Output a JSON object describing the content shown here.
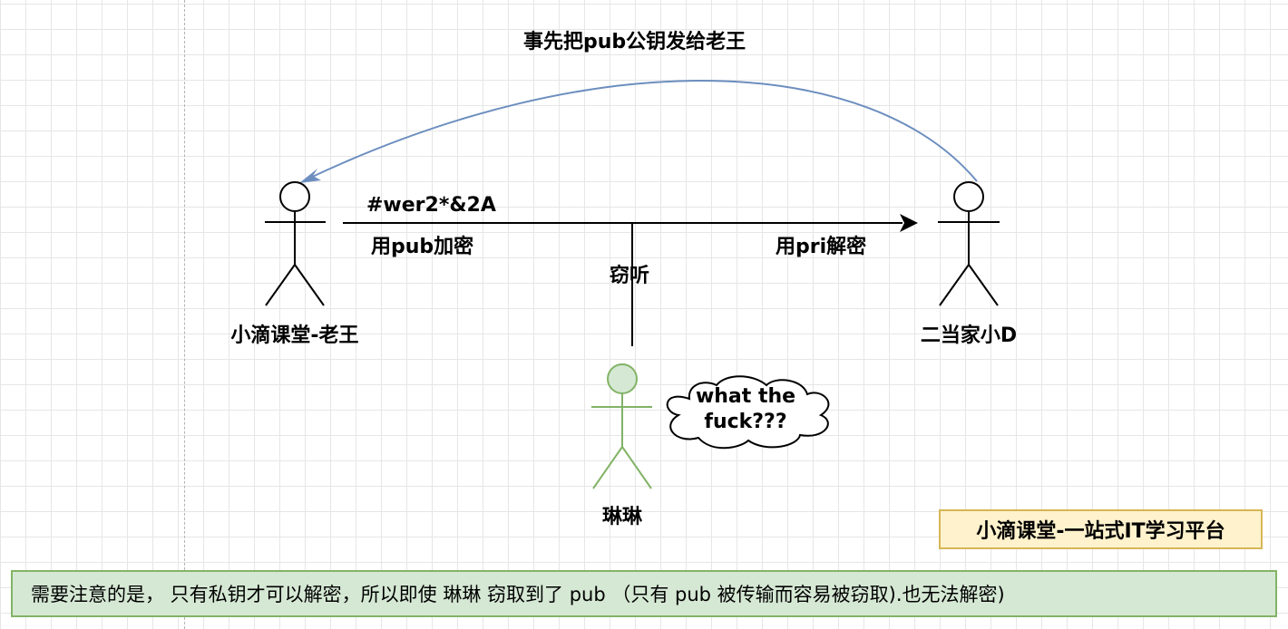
{
  "labels": {
    "top_arrow": "事先把pub公钥发给老王",
    "ciphertext": "#wer2*&2A",
    "encrypt": "用pub加密",
    "decrypt": "用pri解密",
    "eavesdrop": "窃听"
  },
  "actors": {
    "sender": {
      "name": "小滴课堂-老王"
    },
    "receiver": {
      "name": "二当家小D"
    },
    "eavesdropper": {
      "name": "琳琳"
    }
  },
  "speech_bubble": {
    "line1": "what the",
    "line2": "fuck???"
  },
  "platform_badge": "小滴课堂-一站式IT学习平台",
  "note": "需要注意的是， 只有私钥才可以解密，所以即使 琳琳 窃取到了 pub （只有 pub 被传输而容易被窃取).也无法解密)",
  "colors": {
    "curve_arrow": "#6c8ebf",
    "eavesdropper_fill": "#d5e8d4",
    "eavesdropper_stroke": "#82b366",
    "badge_fill": "#fff2cc",
    "badge_stroke": "#d6b656",
    "note_fill": "#d5e8d4",
    "note_stroke": "#82b366"
  }
}
